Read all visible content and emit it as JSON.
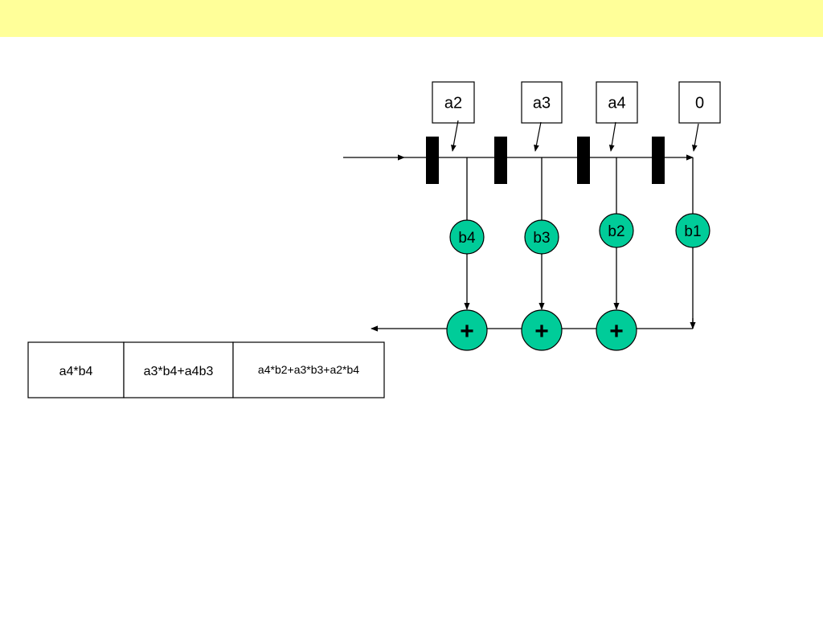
{
  "colors": {
    "title_bar": "#ffff99",
    "coef_fill": "#00cc99",
    "adder_fill": "#00cc99",
    "register": "#000000",
    "line": "#000000"
  },
  "input_boxes": [
    "a2",
    "a3",
    "a4",
    "0"
  ],
  "coefficients": [
    "b4",
    "b3",
    "b2",
    "b1"
  ],
  "adder_symbol": "+",
  "output_cells": [
    "a4*b4",
    "a3*b4+a4b3",
    "a4*b2+a3*b3+a2*b4"
  ]
}
